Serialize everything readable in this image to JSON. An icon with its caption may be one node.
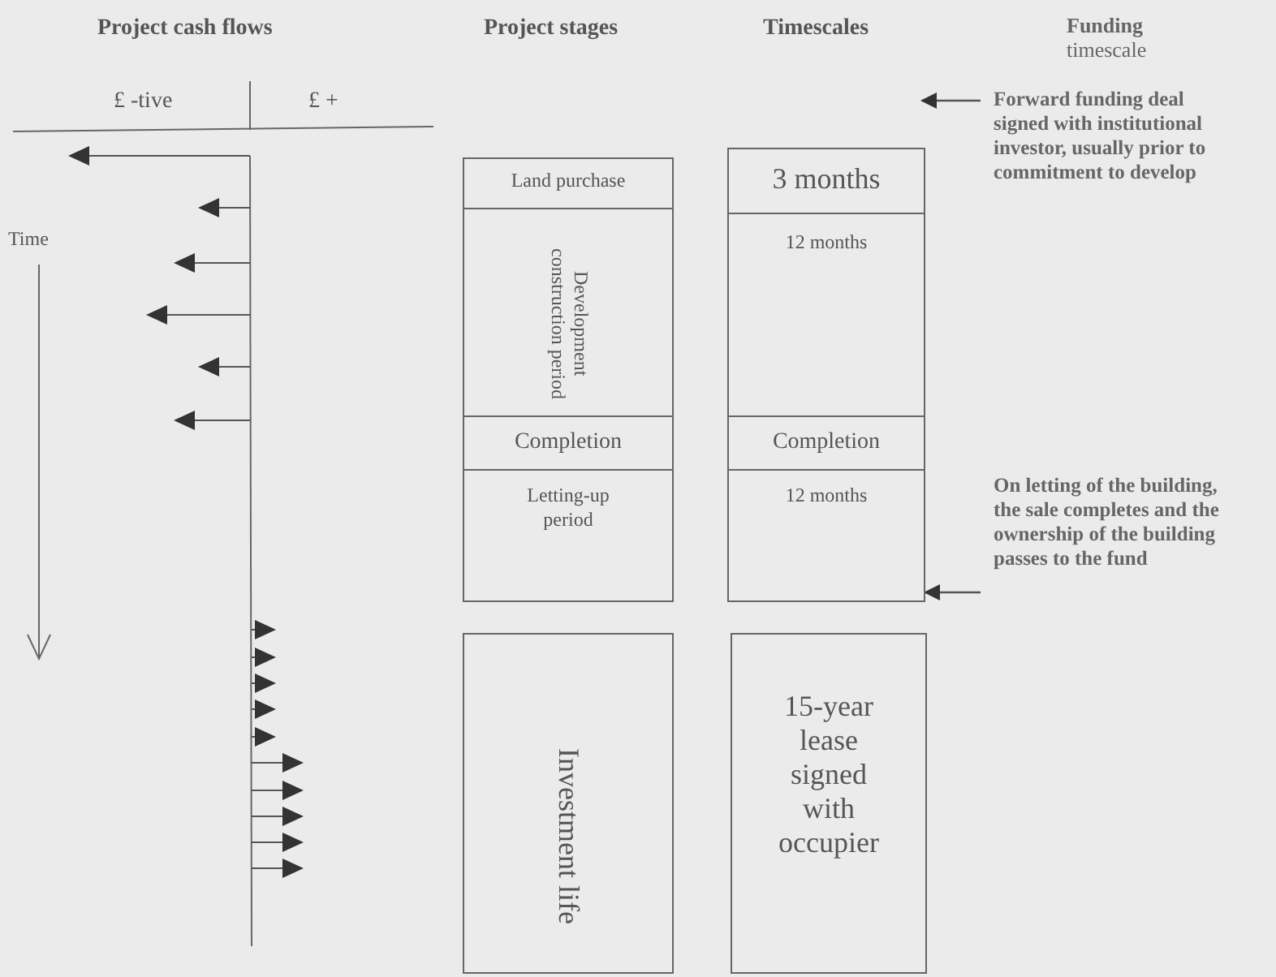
{
  "diagram": {
    "nodes": [
      {
        "text": [
          "Land purchase"
        ]
      },
      {
        "text": [
          "Development construction period"
        ]
      },
      {
        "text": [
          "Completion"
        ]
      },
      {
        "text": [
          "Letting-up period"
        ]
      },
      {
        "text": [
          "Investment life"
        ]
      },
      {
        "text": [
          "3 months"
        ]
      },
      {
        "text": [
          "12 months"
        ]
      },
      {
        "text": [
          "Completion"
        ]
      },
      {
        "text": [
          "12 months"
        ]
      },
      {
        "text": [
          "15-year lease signed with occupier"
        ]
      },
      {
        "text": [
          "Forward funding deal signed with institutional investor, usually prior to commitment to develop"
        ]
      },
      {
        "text": [
          "On letting of the building, the sale completes and the ownership of the building passes to the fund"
        ]
      }
    ],
    "edges": [
      {
        "from": 10,
        "to": null,
        "arrow": "to"
      },
      {
        "from": 11,
        "to": 8,
        "arrow": "to"
      }
    ],
    "labels": [
      "Project cash flows",
      "Project stages",
      "Timescales",
      "**Funding** timescale",
      "£ -tive",
      "£ +",
      "Time"
    ]
  }
}
